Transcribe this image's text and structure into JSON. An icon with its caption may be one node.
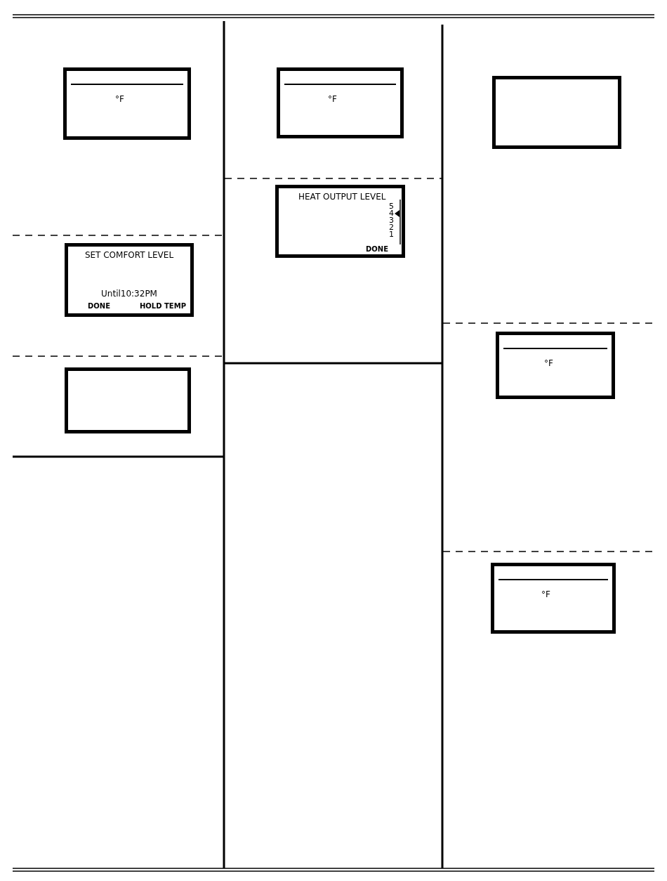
{
  "diagram": {
    "nodes": [
      {
        "text": [
          "°F"
        ]
      },
      {
        "text": [
          "SET COMFORT LEVEL",
          "Until10:32PM",
          "DONE",
          "HOLD TEMP"
        ]
      },
      {
        "text": [],
        "shape": "box"
      },
      {
        "text": [
          "°F"
        ]
      },
      {
        "text": [
          "HEAT OUTPUT LEVEL",
          "5",
          "4",
          "3",
          "2",
          "1",
          "DONE"
        ]
      },
      {
        "text": [],
        "shape": "box"
      },
      {
        "text": [
          "°F"
        ]
      },
      {
        "text": [
          "°F"
        ]
      }
    ]
  }
}
